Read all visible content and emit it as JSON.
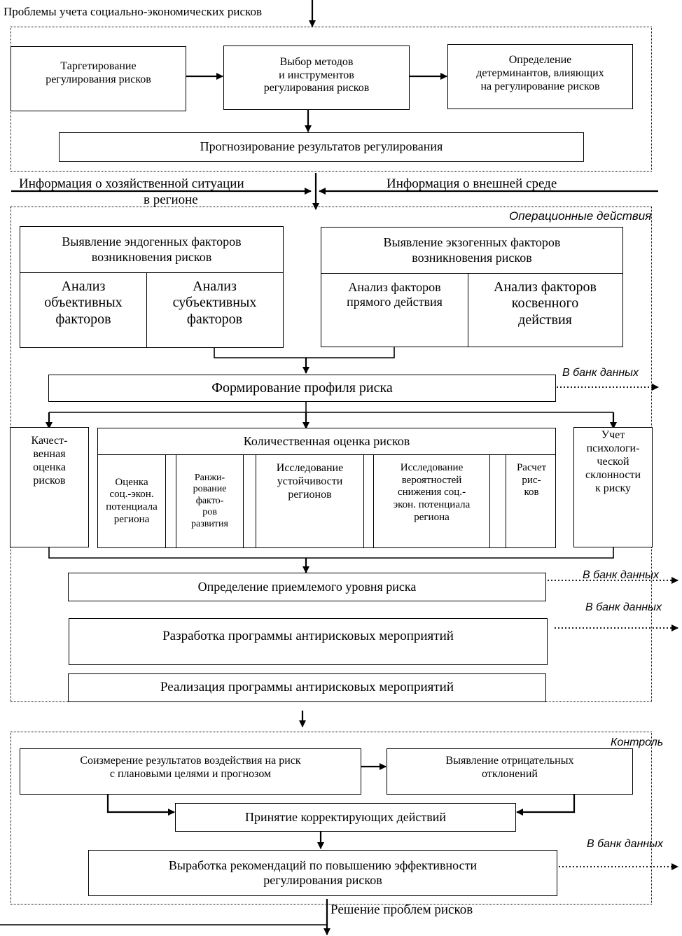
{
  "header": {
    "problems": "Проблемы учета социально-экономических рисков",
    "info_local": "Информация о хозяйственной ситуации",
    "info_local_2": "в регионе",
    "info_external": "Информация о внешней среде",
    "section_operational": "Операционные действия",
    "section_control": "Контроль",
    "to_databank": "В банк данных",
    "solution": "Решение проблем рисков"
  },
  "top_block": {
    "targeting": "Таргетирование\nрегулирования рисков",
    "methods": "Выбор методов\nи инструментов\nрегулирования рисков",
    "determinants": "Определение\nдетерминантов, влияющих\nна регулирование рисков",
    "forecasting": "Прогнозирование результатов регулирования"
  },
  "factors": {
    "endogenous": "Выявление эндогенных факторов\nвозникновения рисков",
    "objective": "Анализ\nобъективных\nфакторов",
    "subjective": "Анализ\nсубъективных\nфакторов",
    "exogenous": "Выявление экзогенных факторов\nвозникновения рисков",
    "direct": "Анализ факторов\nпрямого действия",
    "indirect": "Анализ факторов\nкосвенного\nдействия"
  },
  "profile": "Формирование профиля риска",
  "assessment": {
    "qualitative": "Качест-\nвенная\nоценка\nрисков",
    "quantitative": "Количественная оценка рисков",
    "potential": "Оценка\nсоц.-экон.\nпотенциала\nрегиона",
    "ranking": "Ранжи-\nрование\nфакто-\nров\nразвития",
    "stability": "Исследование\nустойчивости\nрегионов",
    "probabilities": "Исследование\nвероятностей\nснижения соц.-\nэкон. потенциала\nрегиона",
    "calculation": "Расчет\nрис-\nков",
    "psychological": "Учет\nпсихологи-\nческой\nсклонности\nк риску"
  },
  "steps": {
    "acceptable": "Определение приемлемого уровня риска",
    "program_dev": "Разработка программы антирисковых мероприятий",
    "program_impl": "Реализация программы антирисковых мероприятий"
  },
  "control": {
    "comparison": "Соизмерение результатов воздействия на риск\nс плановыми целями и прогнозом",
    "deviations": "Выявление отрицательных\nотклонений",
    "corrective": "Принятие корректирующих действий",
    "recommendations": "Выработка рекомендаций по повышению эффективности\nрегулирования рисков"
  }
}
